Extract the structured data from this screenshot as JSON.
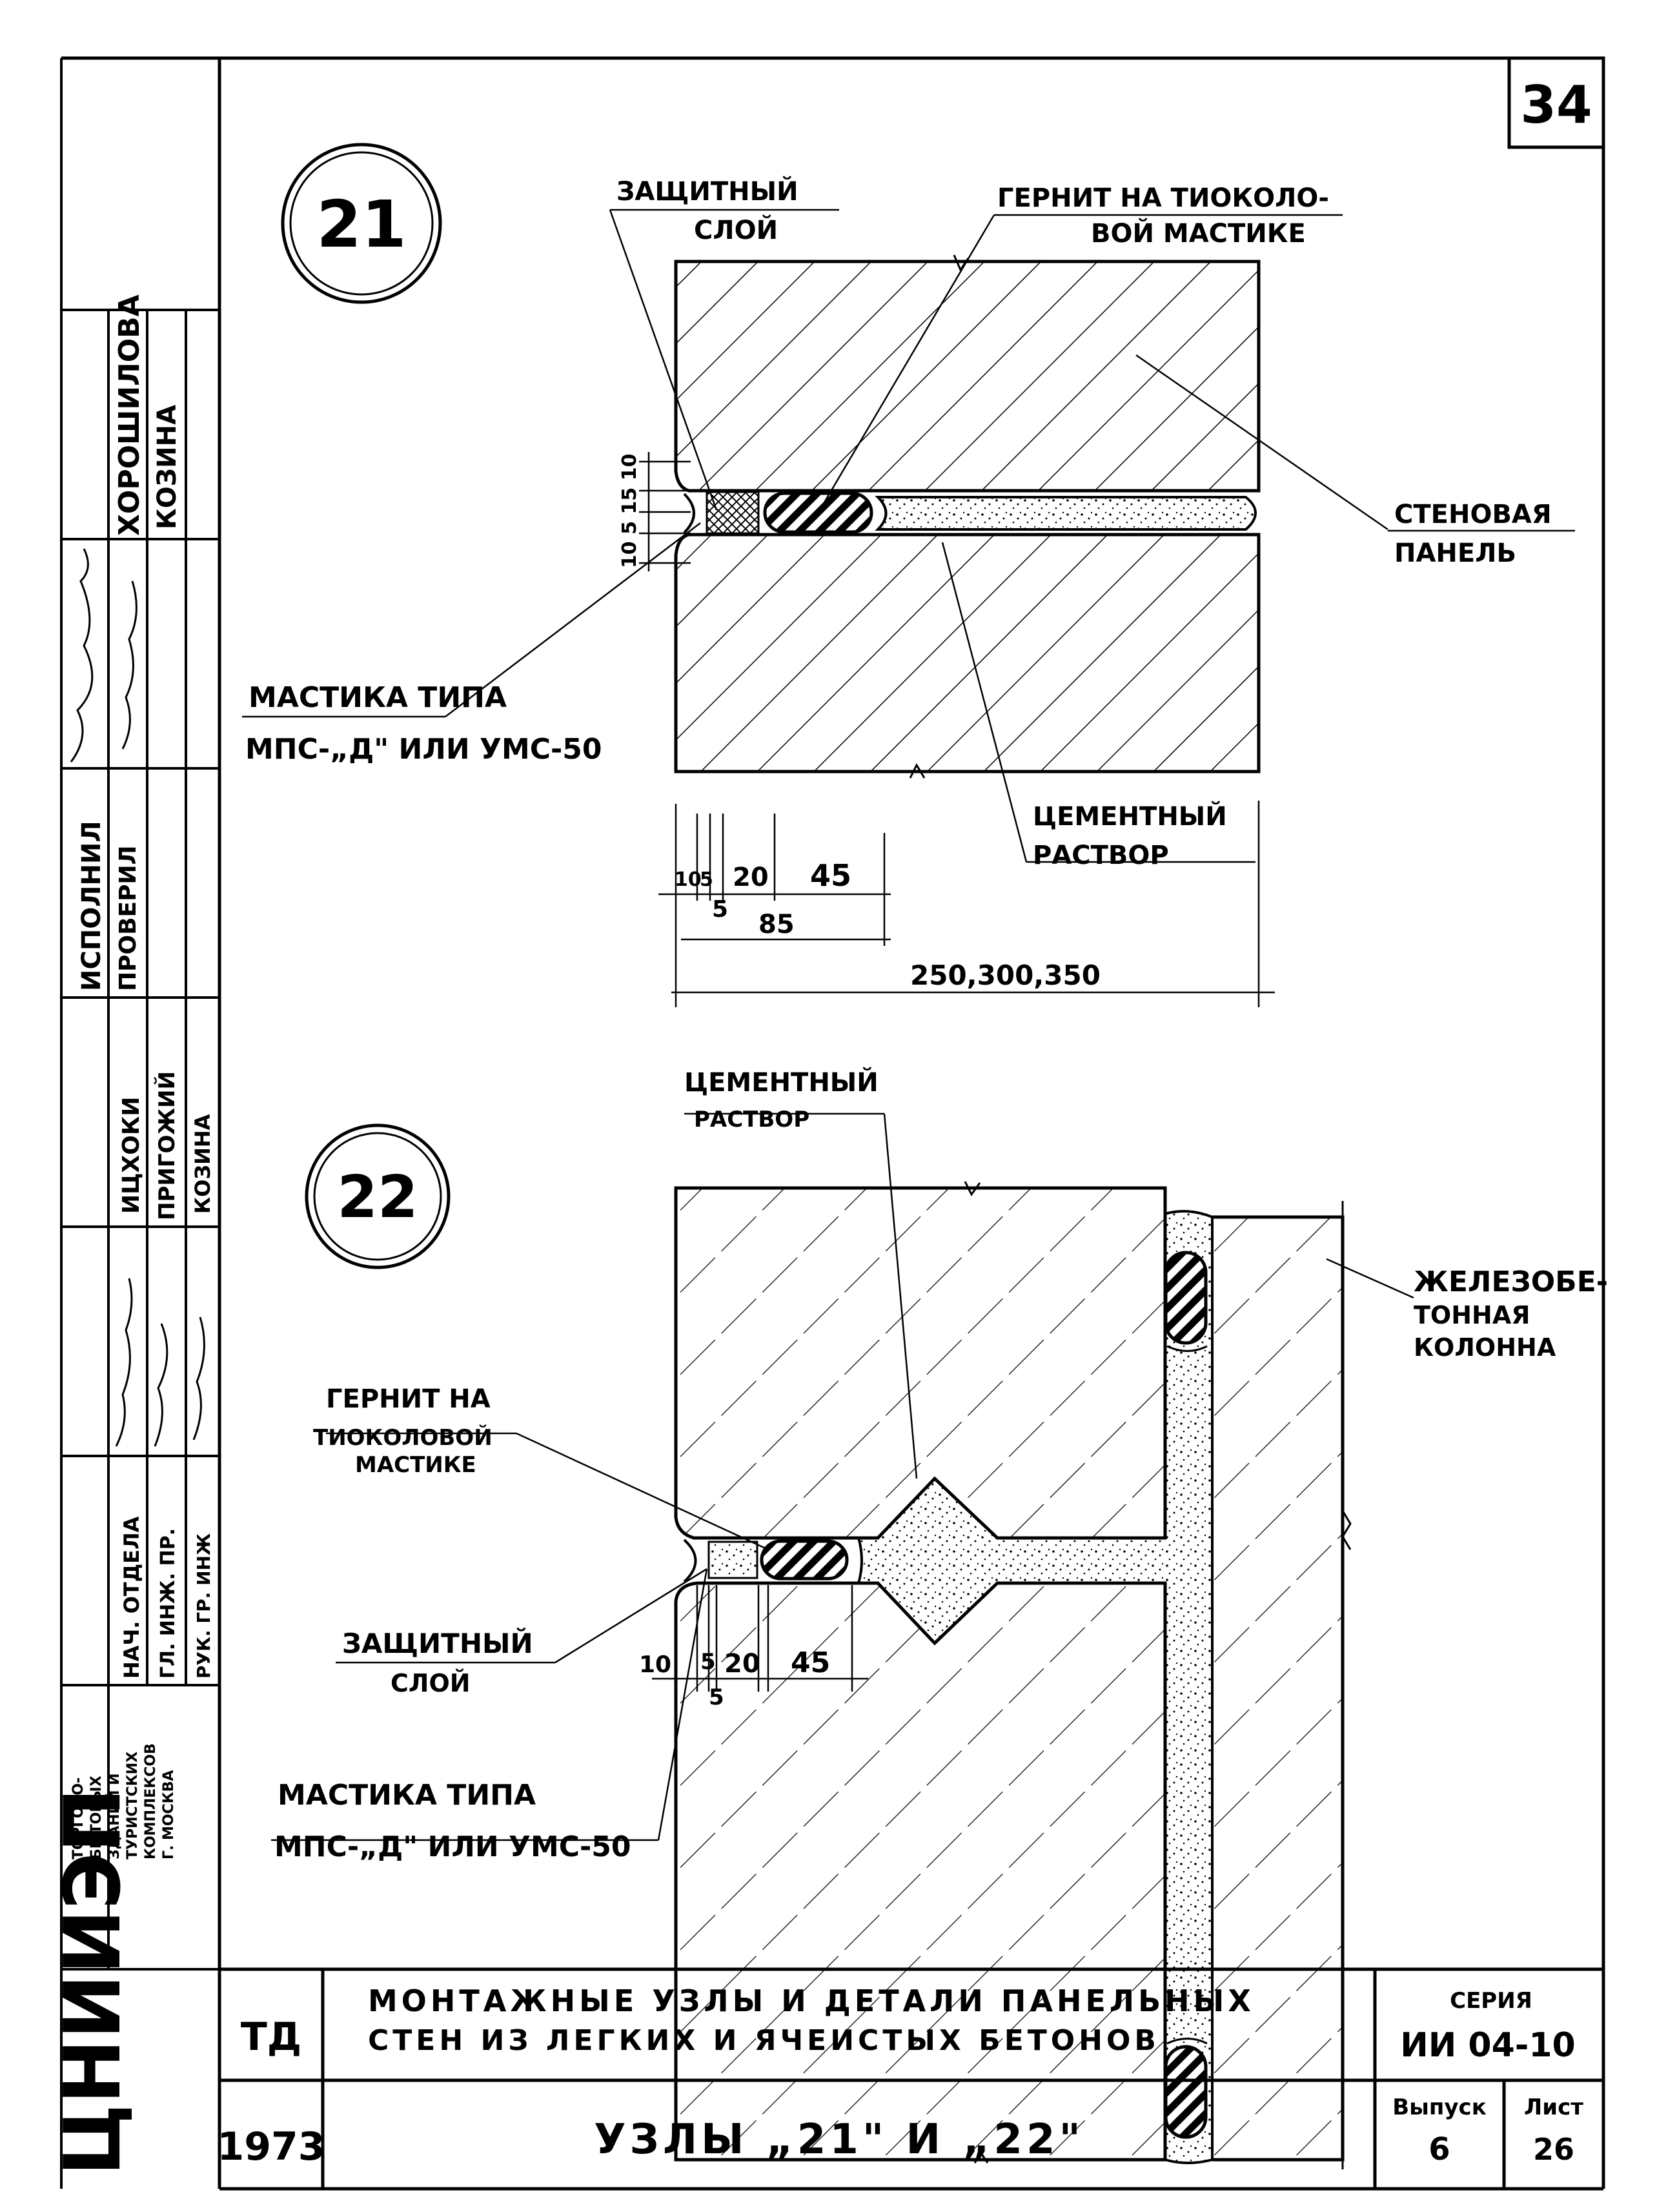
{
  "sheet": {
    "page_number": "34",
    "node_21": "21",
    "node_22": "22"
  },
  "node21_labels": {
    "protective_layer_1": "ЗАЩИТНЫЙ",
    "protective_layer_2": "СЛОЙ",
    "gernit_1": "ГЕРНИТ НА ТИОКОЛО-",
    "gernit_2": "ВОЙ МАСТИКЕ",
    "wall_panel_1": "СТЕНОВАЯ",
    "wall_panel_2": "ПАНЕЛЬ",
    "mastic_1": "МАСТИКА ТИПА",
    "mastic_2": "МПС-„Д\" ИЛИ УМС-50",
    "cement_1": "ЦЕМЕНТНЫЙ",
    "cement_2": "РАСТВОР"
  },
  "node21_dims": {
    "d10": "10",
    "d5": "5",
    "d20": "20",
    "d45": "45",
    "d5b": "5",
    "d85": "85",
    "thickness": "250,300,350",
    "vertical": "10 5 15 10"
  },
  "node22_labels": {
    "cement_1": "ЦЕМЕНТНЫЙ",
    "cement_2": "РАСТВОР",
    "column_1": "ЖЕЛЕЗОБЕ-",
    "column_2": "ТОННАЯ",
    "column_3": "КОЛОННА",
    "gernit_1": "ГЕРНИТ НА",
    "gernit_2": "ТИОКОЛОВОЙ",
    "gernit_3": "МАСТИКЕ",
    "protective_1": "ЗАЩИТНЫЙ",
    "protective_2": "СЛОЙ",
    "mastic_1": "МАСТИКА ТИПА",
    "mastic_2": "МПС-„Д\" ИЛИ УМС-50"
  },
  "node22_dims": {
    "d10": "10",
    "d5": "5",
    "d20": "20",
    "d45": "45",
    "d5b": "5"
  },
  "side_stamp": {
    "name1": "ХОРОШИЛОВА",
    "name2": "КОЗИНА",
    "role1": "ИСПОЛНИЛ",
    "role2": "ПРОВЕРИЛ",
    "name3": "ИЦХОКИ",
    "name4": "ПРИГОЖИЙ",
    "name5": "КОЗИНА",
    "role3": "НАЧ. ОТДЕЛА",
    "role4": "ГЛ. ИНЖ. ПР.",
    "role5": "РУК. ГР. ИНЖ",
    "org1": "ТОРГОВО-",
    "org2": "БЫТОВЫХ",
    "org3": "ЗДАНИЙ И",
    "org4": "ТУРИСТСКИХ",
    "org5": "КОМПЛЕКСОВ",
    "org6": "Г. МОСКВА",
    "institute": "ЦНИИЭП"
  },
  "title_block": {
    "td": "ТД",
    "year": "1973",
    "title_1": "МОНТАЖНЫЕ УЗЛЫ И ДЕТАЛИ ПАНЕЛЬНЫХ",
    "title_2": "СТЕН ИЗ ЛЕГКИХ И ЯЧЕИСТЫХ БЕТОНОВ",
    "sheet_title": "УЗЛЫ „21\" И „22\"",
    "series_label": "СЕРИЯ",
    "series_value": "ИИ 04-10",
    "issue_label": "Выпуск",
    "issue_value": "6",
    "sheet_label": "Лист",
    "sheet_value": "26"
  }
}
